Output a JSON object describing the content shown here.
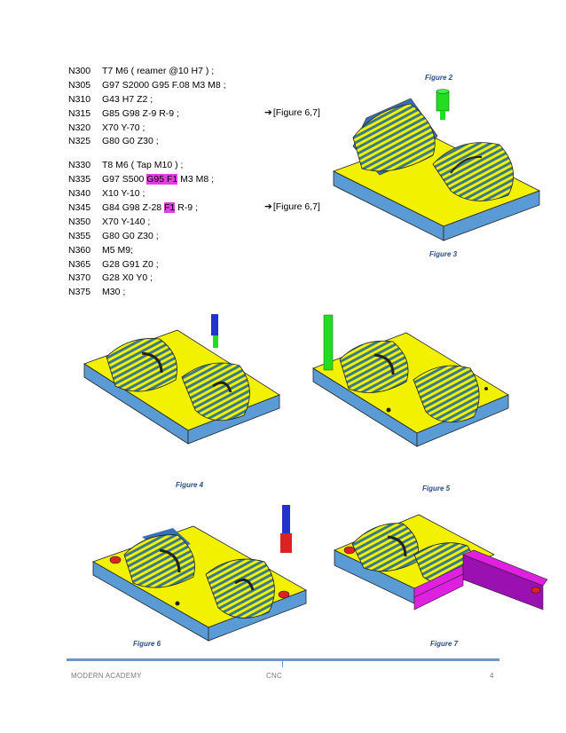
{
  "code_block_1": [
    {
      "n": "N300",
      "text": "T7 M6 ( reamer @10 H7 ) ;"
    },
    {
      "n": "N305",
      "text": "G97 S2000 G95 F.08 M3 M8 ;"
    },
    {
      "n": "N310",
      "text": "G43 H7 Z2 ;"
    },
    {
      "n": "N315",
      "text": "G85 G98 Z-9 R-9 ;"
    },
    {
      "n": "N320",
      "text": "X70 Y-70 ;"
    },
    {
      "n": "N325",
      "text": "G80 G0 Z30 ;"
    }
  ],
  "code_block_2": [
    {
      "n": "N330",
      "pre": "T8 M6 ( Tap M10 ) ;",
      "hl": "",
      "post": ""
    },
    {
      "n": "N335",
      "pre": "G97 S500 ",
      "hl": "G95 F1",
      "post": " M3 M8 ;"
    },
    {
      "n": "N340",
      "pre": "X10 Y-10 ;",
      "hl": "",
      "post": ""
    },
    {
      "n": "N345",
      "pre": "G84 G98 Z-28 ",
      "hl": "F1",
      "post": " R-9 ;"
    },
    {
      "n": "N350",
      "pre": "X70 Y-140 ;",
      "hl": "",
      "post": ""
    },
    {
      "n": "N355",
      "pre": "G80 G0 Z30 ;",
      "hl": "",
      "post": ""
    },
    {
      "n": "N360",
      "pre": "M5 M9;",
      "hl": "",
      "post": ""
    },
    {
      "n": "N365",
      "pre": "G28 G91 Z0 ;",
      "hl": "",
      "post": ""
    },
    {
      "n": "N370",
      "pre": "G28 X0 Y0 ;",
      "hl": "",
      "post": ""
    },
    {
      "n": "N375",
      "pre": "M30 ;",
      "hl": "",
      "post": ""
    }
  ],
  "refs": {
    "ref_1": "[Figure 6,7]",
    "ref_2": "[Figure 6,7]"
  },
  "captions": {
    "fig2": "Figure 2",
    "fig3": "Figure 3",
    "fig4": "Figure 4",
    "fig5": "Figure 5",
    "fig6": "Figure 6",
    "fig7": "Figure 7"
  },
  "footer": {
    "left": "MODERN ACADEMY",
    "center": "CNC",
    "right": "4"
  },
  "colors": {
    "part_top": "#f2f200",
    "part_side": "#5b9bd5",
    "stripe": "#3a7a8a",
    "tool_green": "#22dd22",
    "tool_blue": "#2233cc",
    "tool_red": "#dd2222",
    "cut_magenta": "#e020e0"
  }
}
